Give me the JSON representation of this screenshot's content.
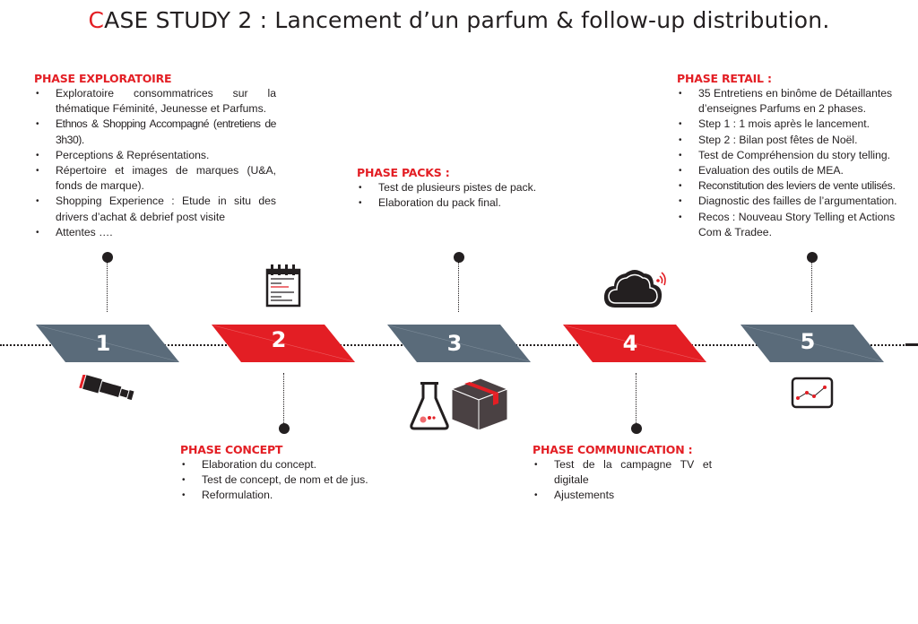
{
  "title": {
    "first_letter": "C",
    "rest": "ASE STUDY 2 : Lancement d’un parfum & follow-up distribution."
  },
  "colors": {
    "accent_red": "#e31e24",
    "slate": "#5a6b7a",
    "dark": "#231f20"
  },
  "steps": [
    {
      "number": "1",
      "color": "slate",
      "icon": "telescope-icon"
    },
    {
      "number": "2",
      "color": "red",
      "icon": "notepad-icon"
    },
    {
      "number": "3",
      "color": "slate",
      "icon": "flask-and-box-icon"
    },
    {
      "number": "4",
      "color": "red",
      "icon": "cloud-signal-icon"
    },
    {
      "number": "5",
      "color": "slate",
      "icon": "line-chart-icon"
    }
  ],
  "phases": {
    "exploratoire": {
      "title": "PHASE EXPLORATOIRE",
      "items": [
        "Exploratoire consommatrices sur la thématique Féminité, Jeunesse et Parfums.",
        "Ethnos & Shopping Accompagné (entretiens de 3h30).",
        "Perceptions & Représentations.",
        "Répertoire et images de marques (U&A, fonds de marque).",
        "Shopping Experience : Etude in situ des drivers d’achat & debrief post visite",
        "Attentes …."
      ]
    },
    "concept": {
      "title": "PHASE CONCEPT",
      "items": [
        "Elaboration du concept.",
        "Test de concept, de nom et de jus.",
        "Reformulation."
      ]
    },
    "packs": {
      "title": "PHASE PACKS :",
      "items": [
        "Test de plusieurs pistes de pack.",
        "Elaboration du pack final."
      ]
    },
    "communication": {
      "title": "PHASE COMMUNICATION :",
      "items": [
        "Test de la campagne TV et digitale",
        "Ajustements"
      ]
    },
    "retail": {
      "title": "PHASE RETAIL :",
      "items": [
        "35 Entretiens en binôme de Détaillantes d’enseignes Parfums en 2 phases.",
        "Step 1 : 1 mois après le lancement.",
        "Step 2 : Bilan post fêtes de Noël.",
        "Test de Compréhension du story telling.",
        "Evaluation des outils de MEA.",
        "Reconstitution des leviers de vente utilisés.",
        "Diagnostic des failles de l’argumentation.",
        "Recos : Nouveau Story Telling et Actions Com & Tradee."
      ]
    }
  }
}
